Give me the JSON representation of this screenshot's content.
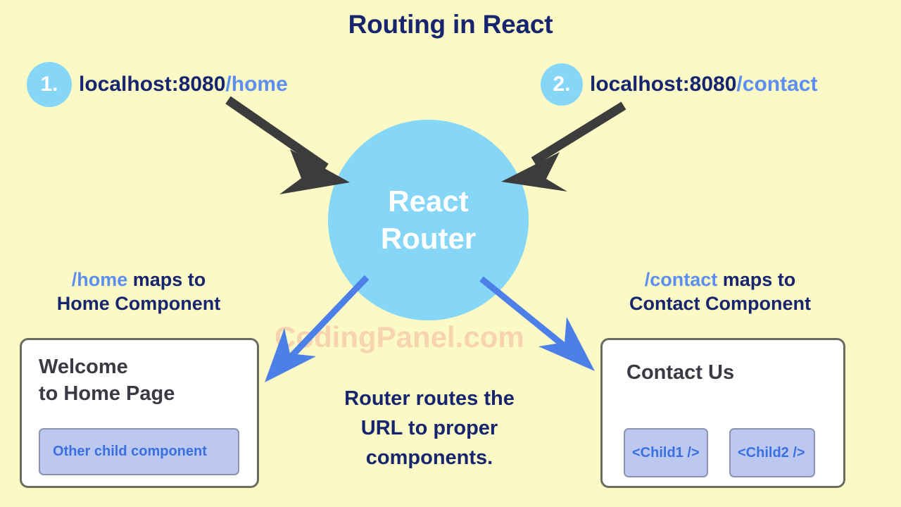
{
  "title": "Routing in React",
  "colors": {
    "background": "#fbfac6",
    "navy": "#16256e",
    "accent_blue": "#5b8ef0",
    "circle_blue": "#85d6f7",
    "child_box": "#bcc8f0",
    "dark_arrow": "#3c3c3c",
    "blue_arrow": "#4d7fe8",
    "watermark": "#f7d3b0",
    "card_border": "#6b6b60"
  },
  "urls": [
    {
      "number": "1.",
      "host": "localhost:8080",
      "path": "/home"
    },
    {
      "number": "2.",
      "host": "localhost:8080",
      "path": "/contact"
    }
  ],
  "router": {
    "line1": "React",
    "line2": "Router"
  },
  "watermark": "CodingPanel.com",
  "mappings": [
    {
      "path": "/home",
      "suffix": " maps to",
      "target": "Home Component"
    },
    {
      "path": "/contact",
      "suffix": " maps to",
      "target": "Contact Component"
    }
  ],
  "cards": [
    {
      "heading_line1": "Welcome",
      "heading_line2": "to Home Page",
      "children": [
        "Other child component"
      ]
    },
    {
      "heading_line1": "Contact Us",
      "heading_line2": "",
      "children": [
        "<Child1 />",
        "<Child2 />"
      ]
    }
  ],
  "explanation": {
    "line1": "Router routes the",
    "line2": "URL to proper",
    "line3": "components."
  }
}
